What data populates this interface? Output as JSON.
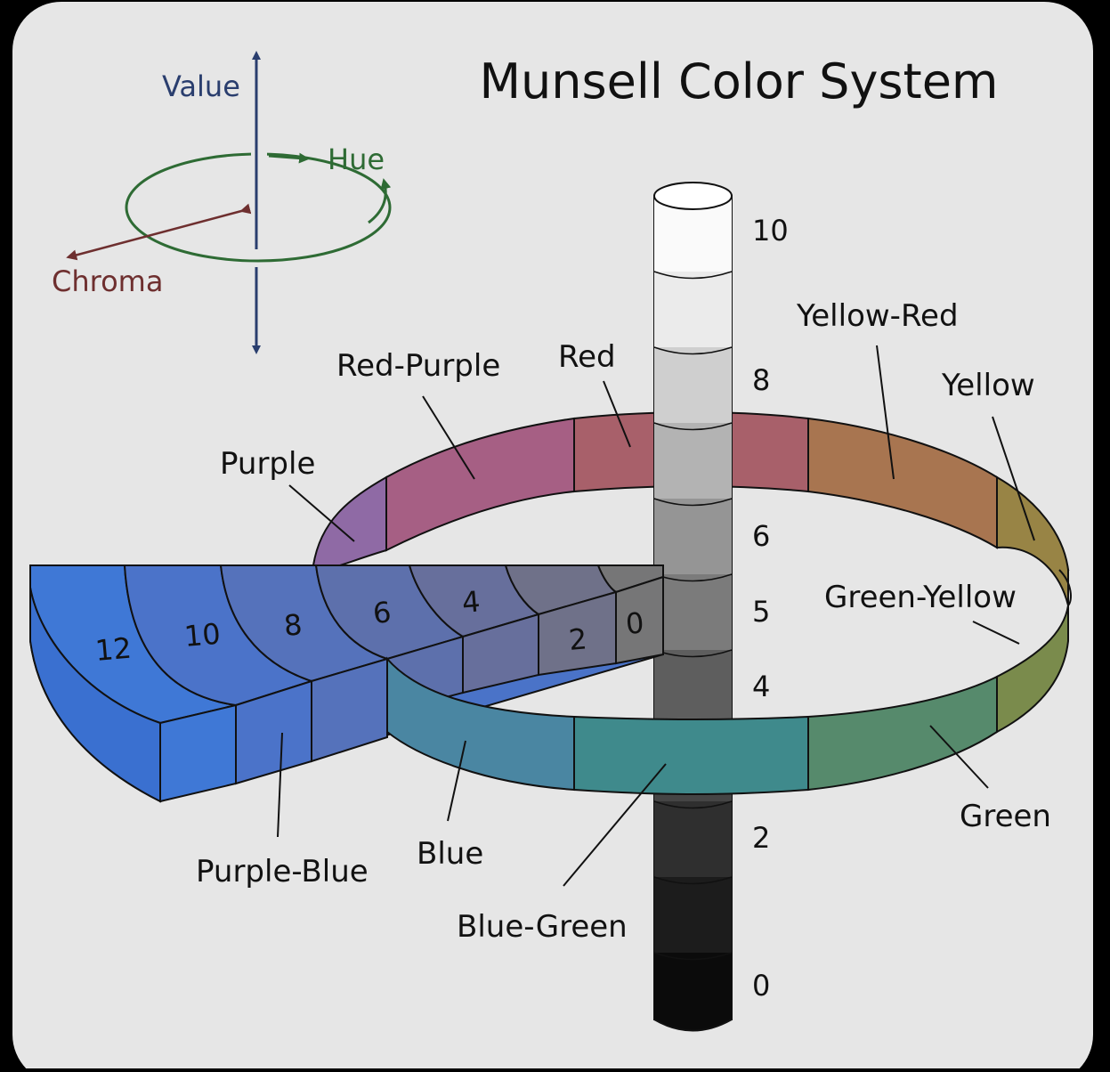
{
  "title": "Munsell Color System",
  "axes": {
    "value_label": "Value",
    "hue_label": "Hue",
    "chroma_label": "Chroma",
    "value_color": "#2a3e6e",
    "hue_color": "#2e6b34",
    "chroma_color": "#6e2f2f"
  },
  "value_scale": {
    "ticks": [
      "10",
      "8",
      "6",
      "5",
      "4",
      "2",
      "0"
    ]
  },
  "chroma_scale": {
    "ticks": [
      "12",
      "10",
      "8",
      "6",
      "4",
      "2",
      "0"
    ]
  },
  "hues": [
    {
      "name": "Red-Purple",
      "color": "#a65f84"
    },
    {
      "name": "Red",
      "color": "#a8606a"
    },
    {
      "name": "Yellow-Red",
      "color": "#a87550"
    },
    {
      "name": "Yellow",
      "color": "#988445"
    },
    {
      "name": "Purple",
      "color": "#8f6aa5"
    },
    {
      "name": "Green-Yellow",
      "color": "#7a8b4c"
    },
    {
      "name": "Green",
      "color": "#568a6c"
    },
    {
      "name": "Blue-Green",
      "color": "#3f8a8c"
    },
    {
      "name": "Blue",
      "color": "#4a86a2"
    },
    {
      "name": "Purple-Blue",
      "color": "#4a73c8"
    }
  ]
}
